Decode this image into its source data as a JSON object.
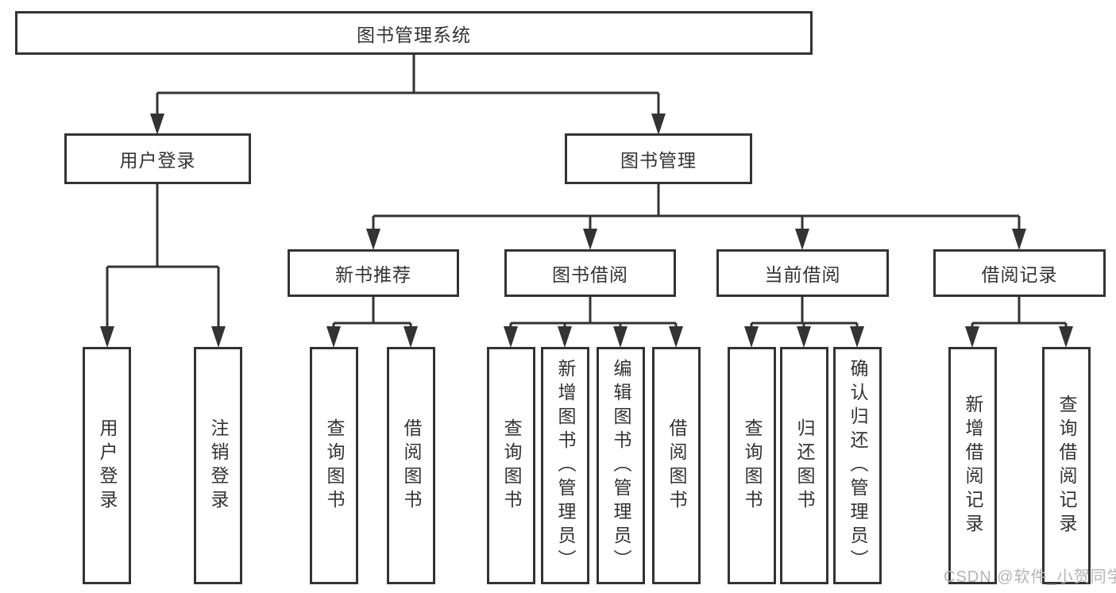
{
  "diagram": {
    "root": {
      "label": "图书管理系统"
    },
    "level2": [
      {
        "label": "用户登录"
      },
      {
        "label": "图书管理"
      }
    ],
    "level3": [
      {
        "label": "新书推荐"
      },
      {
        "label": "图书借阅"
      },
      {
        "label": "当前借阅"
      },
      {
        "label": "借阅记录"
      }
    ],
    "leaves": {
      "user": [
        "用户登录",
        "注销登录"
      ],
      "recommend": [
        "查询图书",
        "借阅图书"
      ],
      "borrow": [
        "查询图书",
        "新增图书（管理员）",
        "编辑图书（管理员）",
        "借阅图书"
      ],
      "current": [
        "查询图书",
        "归还图书",
        "确认归还（管理员）"
      ],
      "records": [
        "新增借阅记录",
        "查询借阅记录"
      ]
    }
  },
  "watermark": "CSDN @软件_小贺同学",
  "colors": {
    "line": "#333333",
    "text": "#333333",
    "watermark": "#b4b4b4",
    "background": "#ffffff"
  }
}
